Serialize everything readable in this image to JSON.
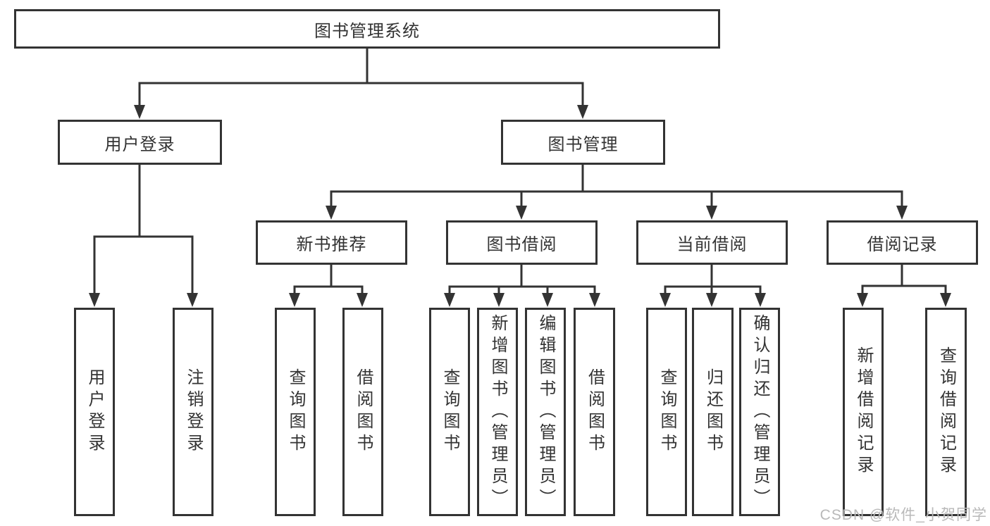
{
  "nodes": {
    "root": "图书管理系统",
    "user_login": "用户登录",
    "book_mgmt": "图书管理",
    "new_book_rec": "新书推荐",
    "book_borrow": "图书借阅",
    "current_borrow": "当前借阅",
    "borrow_record": "借阅记录",
    "leaf_user_login": "用户登录",
    "leaf_logout": "注销登录",
    "rec_query_book": "查询图书",
    "rec_borrow_book": "借阅图书",
    "bor_query_book": "查询图书",
    "bor_add_book": "新增图书（管理员）",
    "bor_edit_book": "编辑图书（管理员）",
    "bor_borrow_book": "借阅图书",
    "cur_query_book": "查询图书",
    "cur_return_book": "归还图书",
    "cur_confirm_return": "确认归还（管理员）",
    "recd_add_record": "新增借阅记录",
    "recd_query_record": "查询借阅记录"
  },
  "watermark": "CSDN @软件_小贺同学",
  "colors": {
    "line": "#333333",
    "text": "#333333",
    "watermark": "#b9b9b9",
    "background": "#ffffff"
  }
}
